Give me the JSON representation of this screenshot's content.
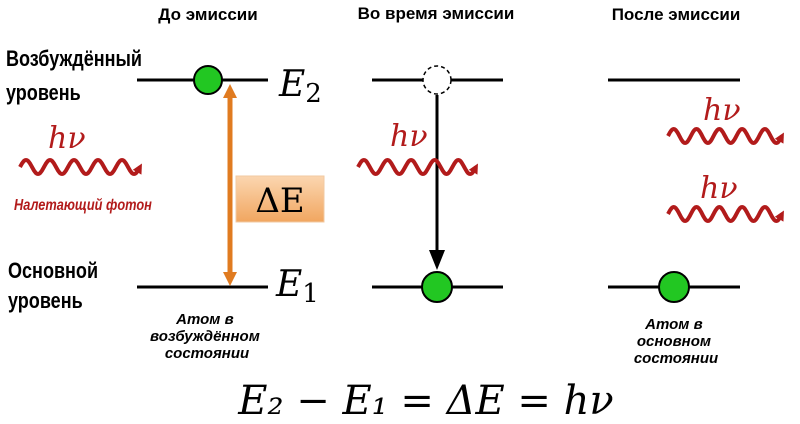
{
  "headers": {
    "before": "До эмиссии",
    "during": "Во время эмиссии",
    "after": "После эмиссии"
  },
  "labels": {
    "excited_line1": "Возбуждённый",
    "excited_line2": "уровень",
    "ground_line1": "Основной",
    "ground_line2": "уровень",
    "incoming_photon": "Налетающий фотон"
  },
  "captions": {
    "excited_state": [
      "Атом в",
      "возбуждённом",
      "состоянии"
    ],
    "ground_state": [
      "Атом в",
      "основном",
      "состоянии"
    ]
  },
  "symbols": {
    "E2_base": "E",
    "E2_sub": "2",
    "E1_base": "E",
    "E1_sub": "1",
    "delta_E": "ΔE",
    "h_nu": "hν",
    "equation": "E₂ − E₁ = ΔE = hν"
  },
  "colors": {
    "photon": "#b21b1b",
    "electron": "#22c722",
    "gap_arrow": "#e07b20",
    "delta_box": "#f6c08a",
    "level": "#000000"
  }
}
